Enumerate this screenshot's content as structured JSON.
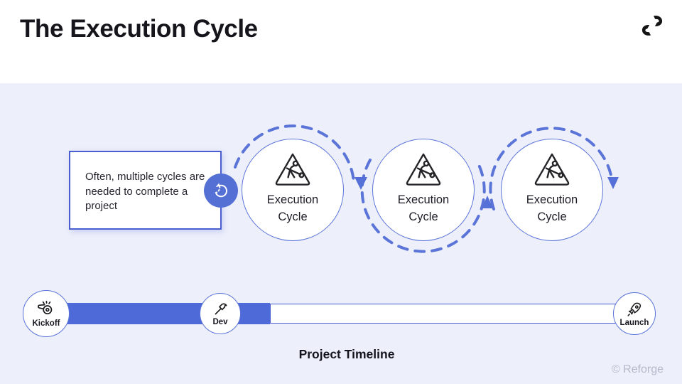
{
  "header": {
    "title": "The Execution Cycle"
  },
  "callout": {
    "text": "Often, multiple cycles are needed to complete a project"
  },
  "cycles": [
    {
      "label": "Execution Cycle"
    },
    {
      "label": "Execution Cycle"
    },
    {
      "label": "Execution Cycle"
    }
  ],
  "timeline": {
    "title": "Project Timeline",
    "milestones": [
      {
        "label": "Kickoff",
        "icon": "whistle-icon"
      },
      {
        "label": "Dev",
        "icon": "hammer-icon"
      },
      {
        "label": "Launch",
        "icon": "rocket-icon"
      }
    ],
    "progress_filled_through": "Dev"
  },
  "footer": {
    "watermark": "© Reforge"
  },
  "colors": {
    "accent_blue": "#4e6ad8",
    "outline_blue": "#5b74d8",
    "callout_border": "#4a5ecf",
    "panel_background": "#edeffb",
    "text_dark": "#15151b",
    "watermark_gray": "#b6b9ca"
  }
}
